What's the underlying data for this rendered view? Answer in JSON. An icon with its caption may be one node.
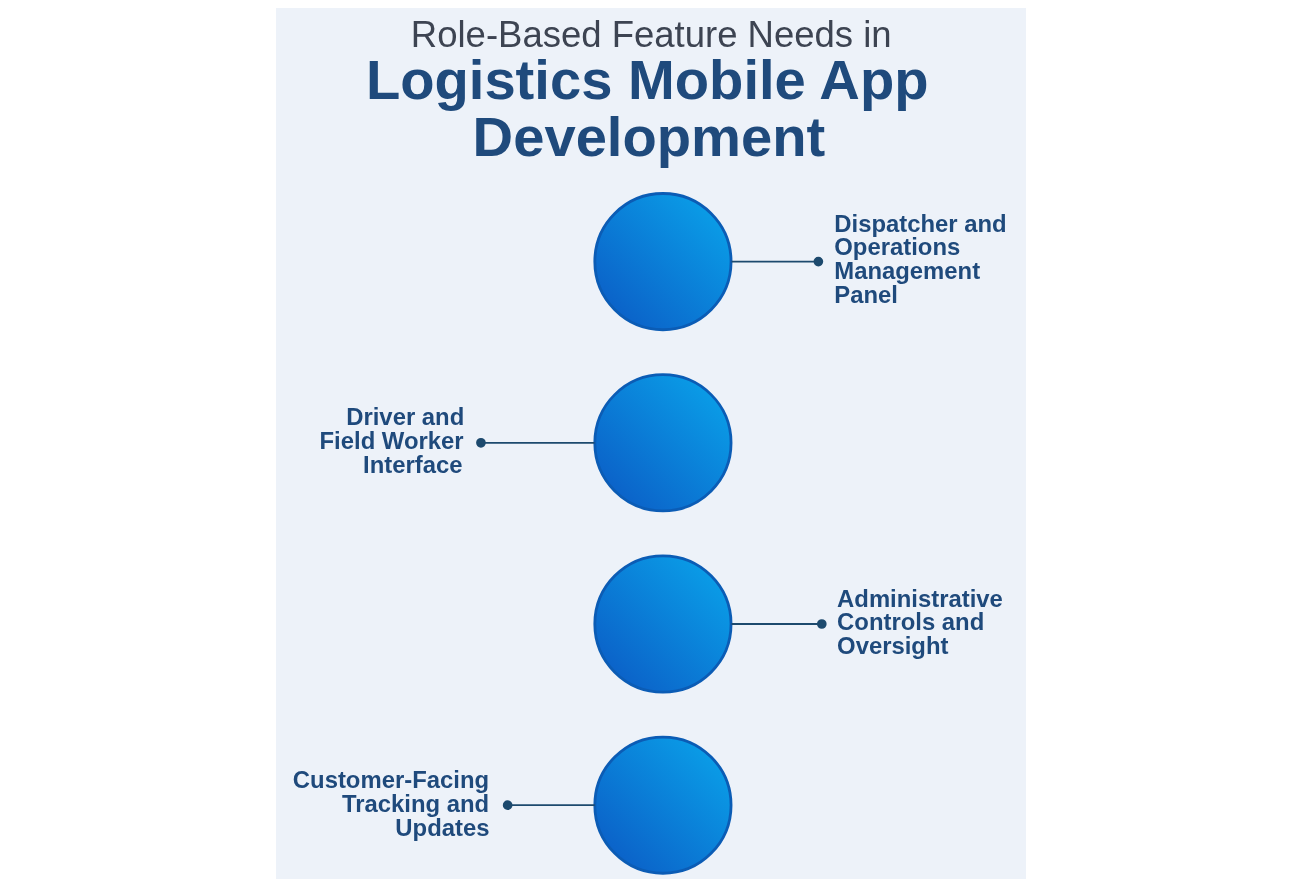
{
  "diagram": {
    "title": "Role-Based Feature Needs in Logistics Mobile App Development",
    "nodes": [
      {
        "text": [
          "Driver and Field Worker Interface"
        ]
      },
      {
        "text": [
          "Dispatcher and Operations Management Panel"
        ]
      },
      {
        "text": [],
        "shape": "circle"
      },
      {
        "text": [],
        "shape": "circle"
      },
      {
        "text": [],
        "shape": "circle"
      },
      {
        "text": [
          "Administrative Controls and Oversight"
        ]
      },
      {
        "text": [
          "Customer-Facing Tracking and Updates"
        ]
      },
      {
        "text": [],
        "shape": "circle"
      }
    ],
    "edges": [
      {
        "from": 0,
        "to": 3,
        "arrow": "other"
      },
      {
        "from": 2,
        "to": 1,
        "arrow": "other"
      },
      {
        "from": 4,
        "to": 5,
        "arrow": "other"
      },
      {
        "from": 6,
        "to": 7,
        "arrow": "other"
      }
    ]
  }
}
